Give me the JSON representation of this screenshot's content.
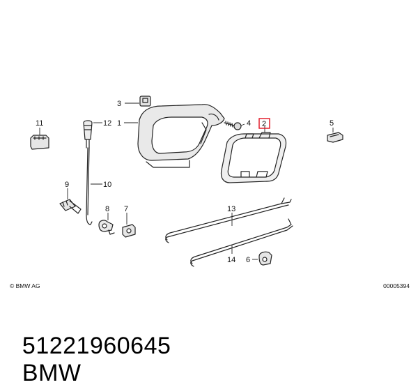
{
  "callouts": [
    {
      "num": "1"
    },
    {
      "num": "2"
    },
    {
      "num": "3"
    },
    {
      "num": "4"
    },
    {
      "num": "5"
    },
    {
      "num": "6"
    },
    {
      "num": "7"
    },
    {
      "num": "8"
    },
    {
      "num": "9"
    },
    {
      "num": "10"
    },
    {
      "num": "11"
    },
    {
      "num": "12"
    },
    {
      "num": "13"
    },
    {
      "num": "14"
    }
  ],
  "highlight_color": "#e01020",
  "copyright": "© BMW AG",
  "document_number": "00005394",
  "part_number": "51221960645",
  "brand": "BMW"
}
